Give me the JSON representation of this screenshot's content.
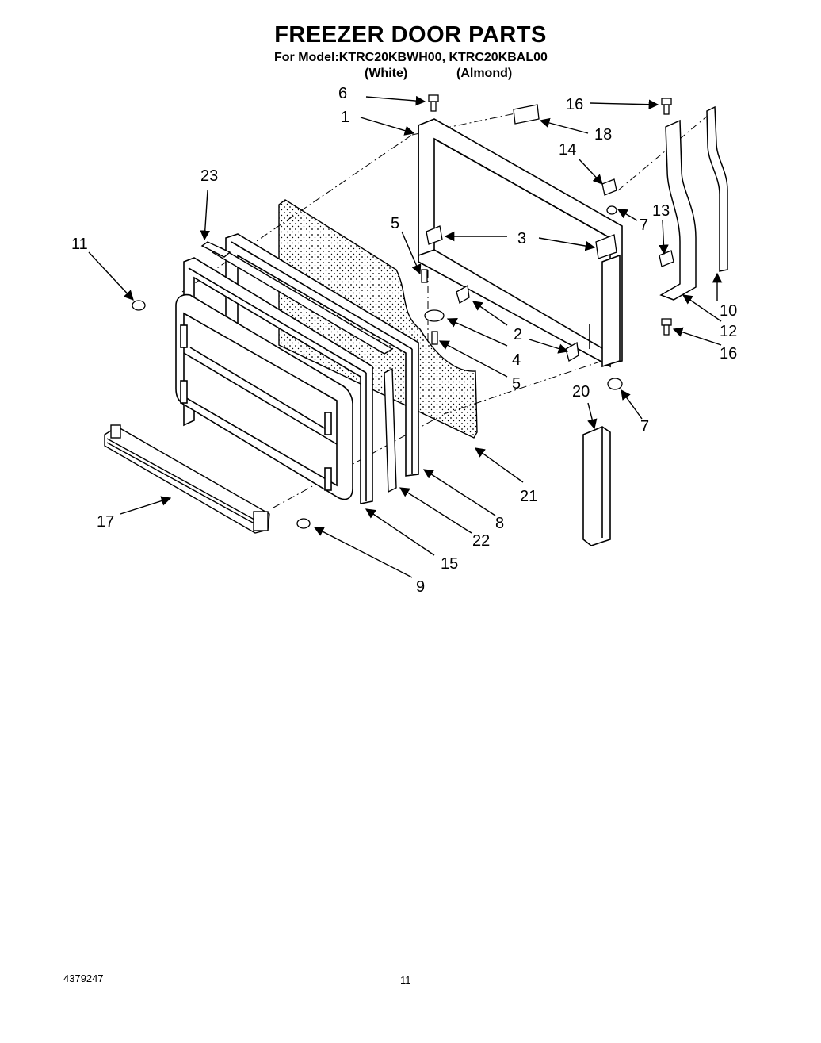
{
  "header": {
    "title": "FREEZER DOOR PARTS",
    "model_line": "For Model:KTRC20KBWH00, KTRC20KBAL00",
    "variant_white": "(White)",
    "variant_almond": "(Almond)"
  },
  "callouts": {
    "c1": "1",
    "c2": "2",
    "c3": "3",
    "c4": "4",
    "c5a": "5",
    "c5b": "5",
    "c6": "6",
    "c7a": "7",
    "c7b": "7",
    "c8": "8",
    "c9": "9",
    "c10": "10",
    "c11": "11",
    "c12": "12",
    "c13": "13",
    "c14": "14",
    "c15": "15",
    "c16a": "16",
    "c16b": "16",
    "c17": "17",
    "c18": "18",
    "c20": "20",
    "c21": "21",
    "c22": "22",
    "c23": "23"
  },
  "footer": {
    "doc_number": "4379247",
    "page_number": "11"
  }
}
